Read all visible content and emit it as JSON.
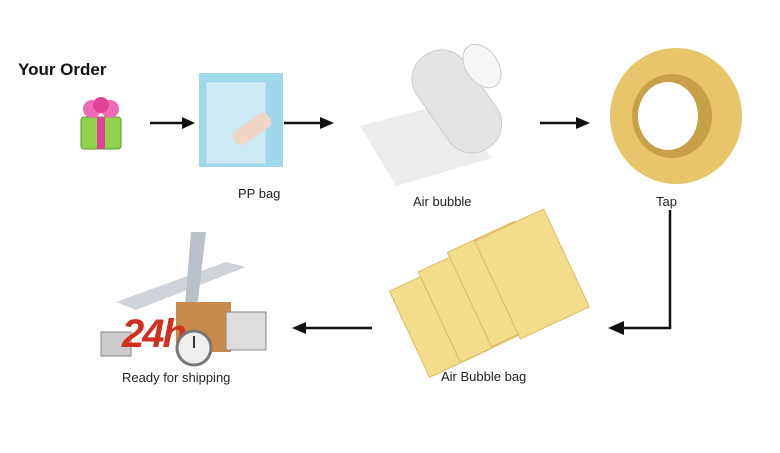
{
  "title": "Your Order",
  "steps": [
    {
      "label": "PP bag"
    },
    {
      "label": "Air bubble"
    },
    {
      "label": "Tap"
    },
    {
      "label": "Air Bubble bag"
    },
    {
      "label": "Ready for shipping"
    }
  ],
  "badge_24h": "24h",
  "colors": {
    "arrow": "#111111",
    "pp_bg": "#9fd8ea",
    "tape": "#e8c46a",
    "mailer": "#f3dc8a",
    "gift_box": "#8fd34a",
    "gift_bow": "#e0429a",
    "badge_24h": "#d2301e"
  }
}
